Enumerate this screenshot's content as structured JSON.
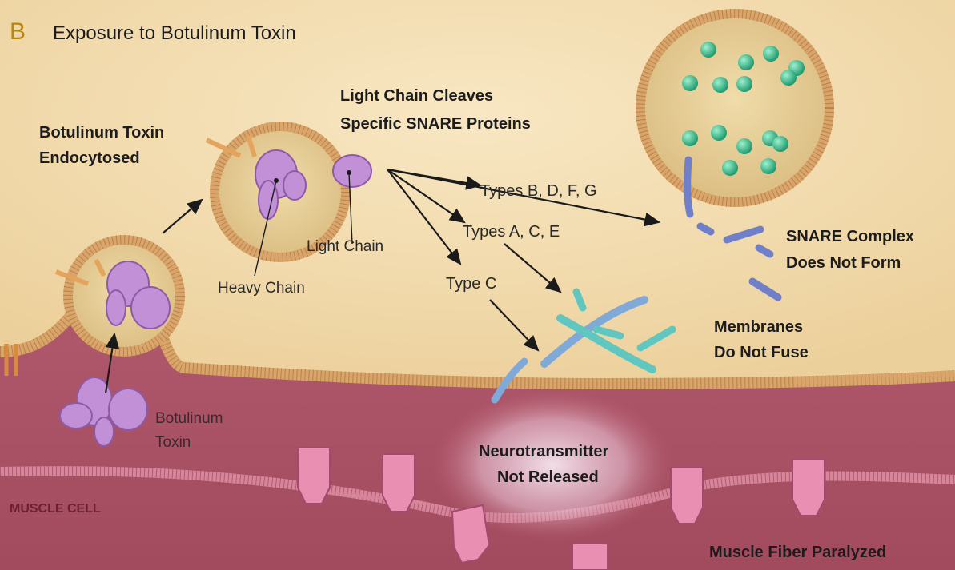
{
  "panel": {
    "letter": "B",
    "title": "Exposure to Botulinum Toxin"
  },
  "labels": {
    "endocytosed": [
      "Botulinum Toxin",
      "Endocytosed"
    ],
    "cleaves": [
      "Light Chain Cleaves",
      "Specific SNARE Proteins"
    ],
    "types_bdfg": "Types B, D, F, G",
    "types_ace": "Types A, C, E",
    "type_c": "Type C",
    "light_chain": "Light Chain",
    "heavy_chain": "Heavy Chain",
    "snare": [
      "SNARE Complex",
      "Does Not Form"
    ],
    "membranes": [
      "Membranes",
      "Do Not Fuse"
    ],
    "toxin": [
      "Botulinum",
      "Toxin"
    ],
    "neurotransmitter": [
      "Neurotransmitter",
      "Not Released"
    ],
    "muscle_cell": "MUSCLE CELL",
    "paralyzed": "Muscle Fiber Paralyzed"
  },
  "colors": {
    "neuron": "#f3dcae",
    "muscle": "#b3566a",
    "membrane": "#d9a56a",
    "toxin": "#c190d6",
    "snare_blue": "#6f7fc9",
    "snare_teal": "#5fc7c0",
    "vesicle_green": "#2fb98a",
    "receptor": "#e98fb1",
    "accent": "#b8860b"
  }
}
